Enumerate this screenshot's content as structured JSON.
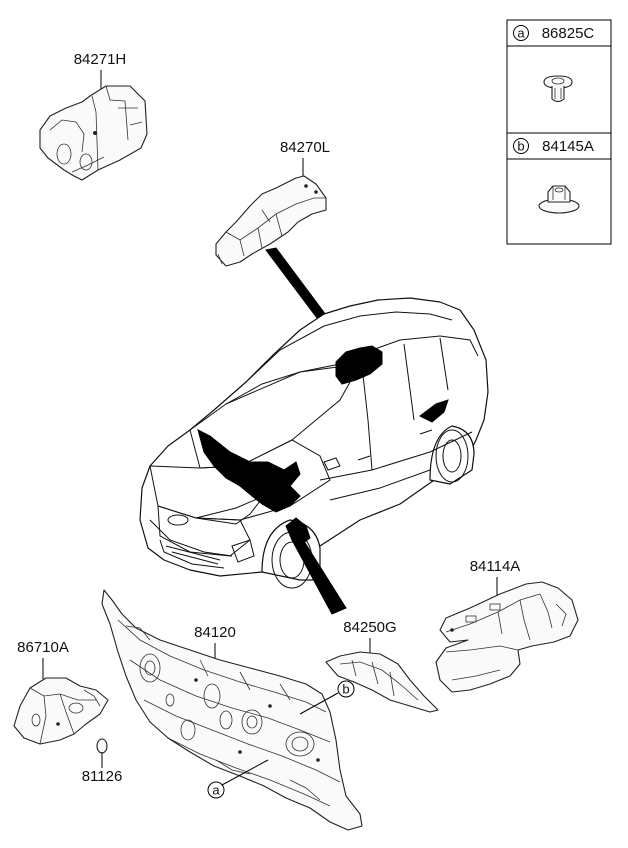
{
  "parts": {
    "p84271h": "84271H",
    "p84270l": "84270L",
    "p84114a": "84114A",
    "p84250g": "84250G",
    "p84120": "84120",
    "p86710a": "86710A",
    "p81126": "81126"
  },
  "legend": {
    "a_letter": "a",
    "a_part": "86825C",
    "b_letter": "b",
    "b_part": "84145A"
  },
  "callouts": {
    "a": "a",
    "b": "b"
  }
}
